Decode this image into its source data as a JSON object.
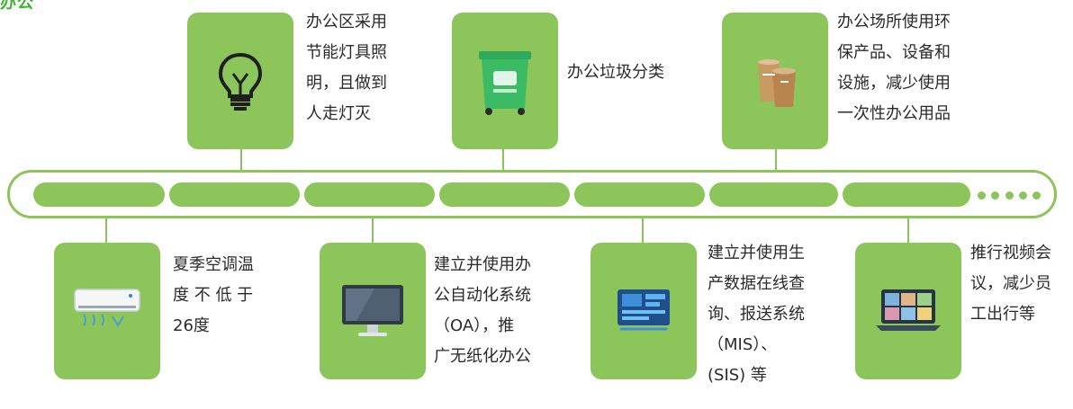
{
  "heading": "办公",
  "top_items": [
    {
      "icon": "lightbulb-icon",
      "text": "办公区采用\n节能灯具照\n明，且做到\n人走灯灭"
    },
    {
      "icon": "trash-bin-icon",
      "text": "办公垃圾分类"
    },
    {
      "icon": "paper-cups-icon",
      "text": "办公场所使用环\n保产品、设备和\n设施，减少使用\n一次性办公用品"
    }
  ],
  "bottom_items": [
    {
      "icon": "air-conditioner-icon",
      "text": "夏季空调温\n度 不 低 于\n26度"
    },
    {
      "icon": "monitor-icon",
      "text": "建立并使用办\n公自动化系统\n（OA），推\n广无纸化办公"
    },
    {
      "icon": "dashboard-tablet-icon",
      "text": "建立并使用生\n产数据在线查\n询、报送系统\n（MIS）、\n(SIS) 等"
    },
    {
      "icon": "video-conference-icon",
      "text": "推行视频会\n议，减少员\n工出行等"
    }
  ],
  "colors": {
    "card": "#8cc65a",
    "heading": "#3fb22e",
    "text": "#2b2b2b"
  }
}
